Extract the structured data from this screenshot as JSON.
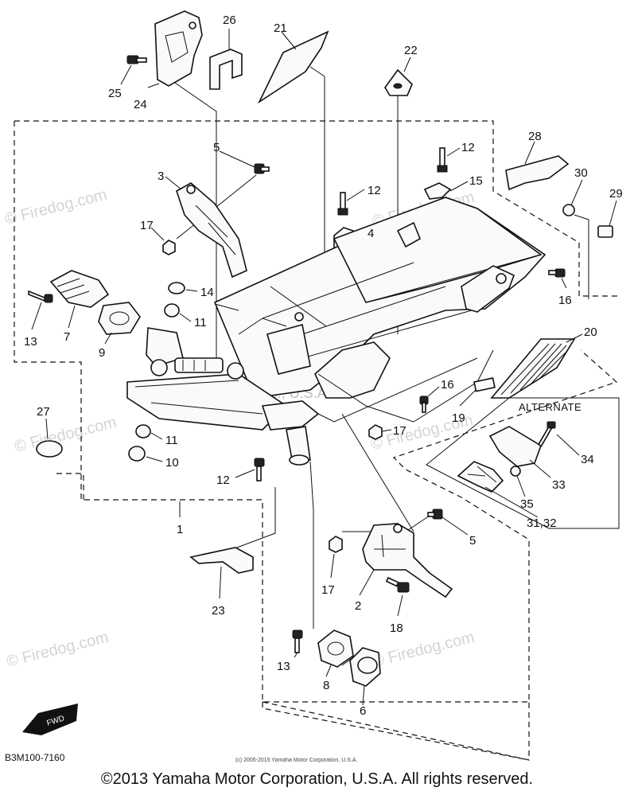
{
  "watermark": {
    "brand": "© Firedog.com",
    "center": "Yamaha Motor Corp., U.S.A."
  },
  "callouts": [
    {
      "id": "c1",
      "label": "1"
    },
    {
      "id": "c2",
      "label": "2"
    },
    {
      "id": "c3",
      "label": "3"
    },
    {
      "id": "c4",
      "label": "4"
    },
    {
      "id": "c5a",
      "label": "5"
    },
    {
      "id": "c5b",
      "label": "5"
    },
    {
      "id": "c6",
      "label": "6"
    },
    {
      "id": "c7",
      "label": "7"
    },
    {
      "id": "c8",
      "label": "8"
    },
    {
      "id": "c9",
      "label": "9"
    },
    {
      "id": "c10",
      "label": "10"
    },
    {
      "id": "c11a",
      "label": "11"
    },
    {
      "id": "c11b",
      "label": "11"
    },
    {
      "id": "c12a",
      "label": "12"
    },
    {
      "id": "c12b",
      "label": "12"
    },
    {
      "id": "c12c",
      "label": "12"
    },
    {
      "id": "c13a",
      "label": "13"
    },
    {
      "id": "c13b",
      "label": "13"
    },
    {
      "id": "c14",
      "label": "14"
    },
    {
      "id": "c15",
      "label": "15"
    },
    {
      "id": "c16a",
      "label": "16"
    },
    {
      "id": "c16b",
      "label": "16"
    },
    {
      "id": "c17a",
      "label": "17"
    },
    {
      "id": "c17b",
      "label": "17"
    },
    {
      "id": "c17c",
      "label": "17"
    },
    {
      "id": "c18",
      "label": "18"
    },
    {
      "id": "c19",
      "label": "19"
    },
    {
      "id": "c20",
      "label": "20"
    },
    {
      "id": "c21",
      "label": "21"
    },
    {
      "id": "c22",
      "label": "22"
    },
    {
      "id": "c23",
      "label": "23"
    },
    {
      "id": "c24",
      "label": "24"
    },
    {
      "id": "c25",
      "label": "25"
    },
    {
      "id": "c26",
      "label": "26"
    },
    {
      "id": "c27",
      "label": "27"
    },
    {
      "id": "c28",
      "label": "28"
    },
    {
      "id": "c29",
      "label": "29"
    },
    {
      "id": "c30",
      "label": "30"
    },
    {
      "id": "c31",
      "label": "31,32"
    },
    {
      "id": "c33",
      "label": "33"
    },
    {
      "id": "c34",
      "label": "34"
    },
    {
      "id": "c35",
      "label": "35"
    }
  ],
  "alternate_label": "ALTERNATE",
  "fwd_label": "FWD",
  "diagram_code": "B3M100-7160",
  "small_copyright": "(c) 2005-2015 Yamaha Motor Corporation, U.S.A.",
  "copyright": "©2013 Yamaha Motor Corporation, U.S.A. All rights reserved."
}
